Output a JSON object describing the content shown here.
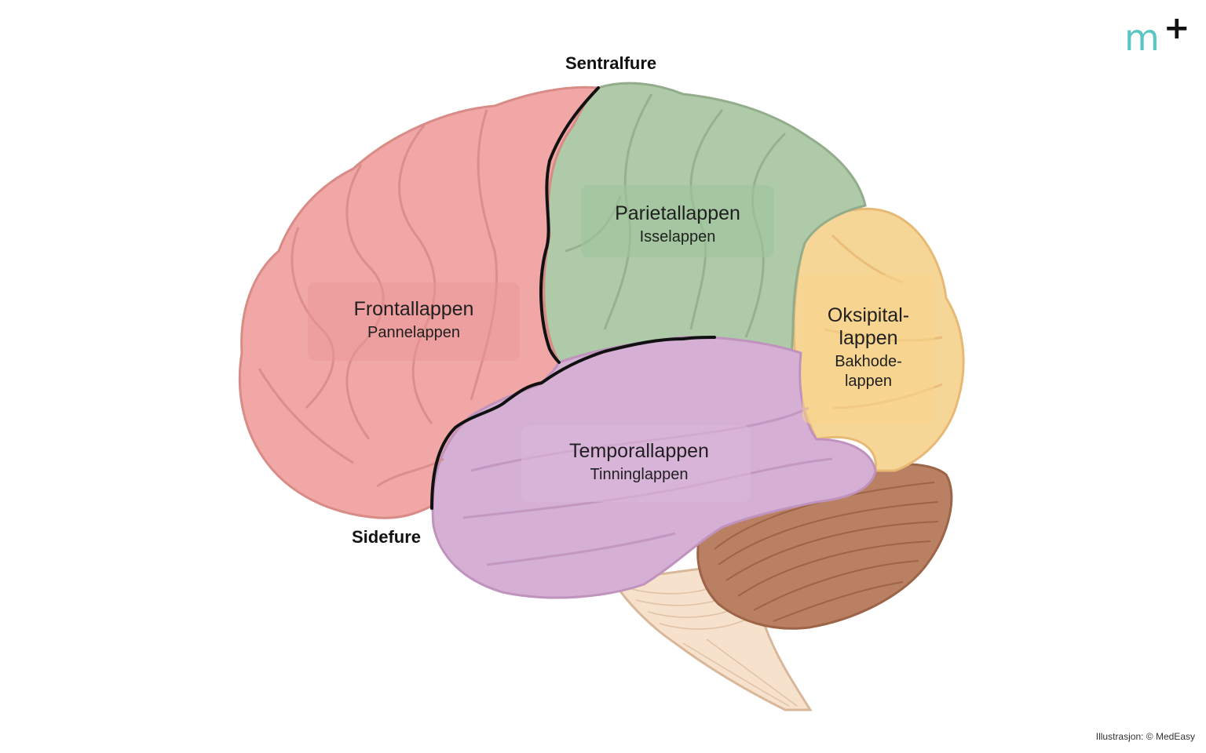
{
  "labels": {
    "frontal": {
      "name": "Frontallappen",
      "sub": "Pannelappen"
    },
    "parietal": {
      "name": "Parietallappen",
      "sub": "Isselappen"
    },
    "occipital": {
      "name_line1": "Oksipital-",
      "name_line2": "lappen",
      "sub_line1": "Bakhode-",
      "sub_line2": "lappen"
    },
    "temporal": {
      "name": "Temporallappen",
      "sub": "Tinninglappen"
    }
  },
  "fissures": {
    "central": "Sentralfure",
    "lateral": "Sidefure"
  },
  "logo": {
    "mark": "m",
    "plus": "+"
  },
  "credit": "Illustrasjon: © MedEasy",
  "colors": {
    "frontal": "#f0a7a6",
    "parietal": "#aecaa9",
    "occipital": "#f5d696",
    "temporal": "#d5afd4",
    "cerebellum": "#b98063",
    "brainstem": "#f6e1cc",
    "logo": "#59c6c4"
  }
}
